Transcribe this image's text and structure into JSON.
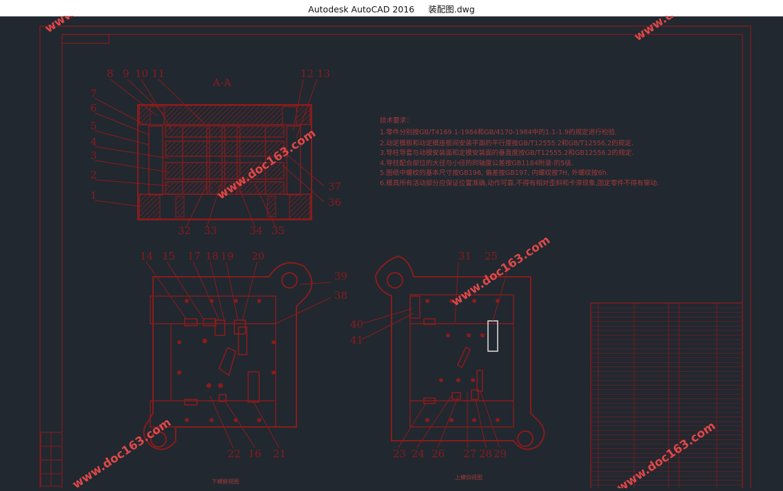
{
  "window": {
    "app_title": "Autodesk AutoCAD 2016",
    "file_name": "装配图.dwg"
  },
  "colors": {
    "background": "#212830",
    "line": "#8a1c1c",
    "watermark": "#e04848",
    "titlebar": "#ffffff"
  },
  "drawing": {
    "section_label": "A-A",
    "section_callouts_left": [
      "8",
      "9",
      "10",
      "11",
      "7",
      "6",
      "5",
      "4",
      "3",
      "2",
      "1"
    ],
    "section_callouts_right": [
      "12",
      "13",
      "37",
      "36"
    ],
    "section_callouts_bottom": [
      "32",
      "33",
      "34",
      "35"
    ],
    "lower_plate_callouts_top": [
      "14",
      "15",
      "17",
      "18",
      "19",
      "20"
    ],
    "lower_plate_callouts_right": [
      "39",
      "38"
    ],
    "lower_plate_callouts_bottom": [
      "22",
      "16",
      "21"
    ],
    "upper_plate_callouts_top": [
      "31",
      "25"
    ],
    "upper_plate_callouts_left": [
      "40",
      "41"
    ],
    "upper_plate_callouts_bottom": [
      "23",
      "24",
      "26",
      "27",
      "28",
      "29"
    ],
    "lower_plate_caption": "下模俯视图",
    "upper_plate_caption": "上模仰视图"
  },
  "notes": {
    "heading": "技术要求：",
    "lines": [
      "1.零件分别按GB/T4169.1-1984和GB/4170-1984中的1.1-1.9的规定进行检验.",
      "2.动定模板和动定模座板间安装平面的平行度按GB/T12555.2和GB/T12556.2的规定.",
      "3.导柱导套与动模安装面和定模安装面的垂直度按GB/T12555.2和GB12556.2的规定.",
      "4.导柱配合部位的大径与小径的同轴度公差按GB1184附录-的5级.",
      "5.图纸中螺纹的基本尺寸按GB196, 偏差按GB197, 内螺纹按7H, 外螺纹按6h.",
      "6.模具所有活动部分应保证位置准确,动作可靠,不得有相对歪斜和卡滞现象,固定零件不得有窜动."
    ]
  },
  "watermark": "www.doc163.com"
}
